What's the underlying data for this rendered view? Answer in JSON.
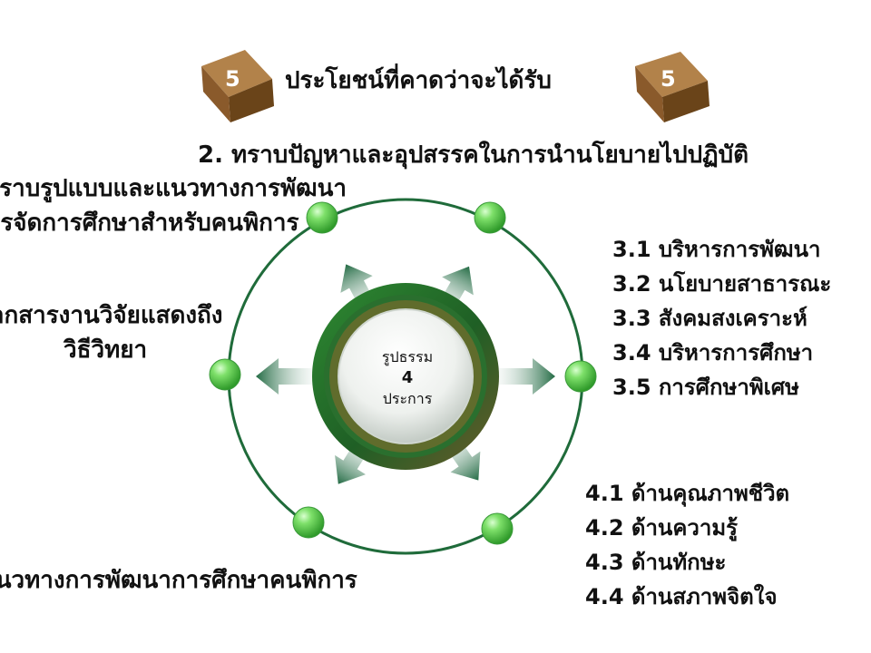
{
  "header": {
    "title": "ประโยชน์ที่คาดว่าจะได้รับ",
    "badge_left": "5",
    "badge_right": "5"
  },
  "center": {
    "line1": "รูปธรรม",
    "line2": "4",
    "line3": "ประการ"
  },
  "items": {
    "item2": "2. ทราบปัญหาและอุปสรรคในการนำนโยบายไปปฏิบัติ",
    "item1_line1": "ทราบรูปแบบและแนวทางการพัฒนา",
    "item1_line2": "การจัดการศึกษาสำหรับคนพิการ",
    "left_line1": "เอกสารงานวิจัยแสดงถึง",
    "left_line2": "วิธีวิทยา",
    "bottom_left": "แนวทางการพัฒนาการศึกษาคนพิการ",
    "list3": [
      "3.1 บริหารการพัฒนา",
      "3.2 นโยบายสาธารณะ",
      "3.3 สังคมสงเคราะห์",
      "3.4 บริหารการศึกษา",
      "3.5 การศึกษาพิเศษ"
    ],
    "list4": [
      "4.1 ด้านคุณภาพชีวิต",
      "4.2 ด้านความรู้",
      "4.3 ด้านทักษะ",
      "4.4 ด้านสภาพจิตใจ"
    ]
  },
  "colors": {
    "ring": "#1f6b3a",
    "node": "#4cbf3a",
    "arrow": "#2f7a4a",
    "cube": "#8a5a2b"
  }
}
